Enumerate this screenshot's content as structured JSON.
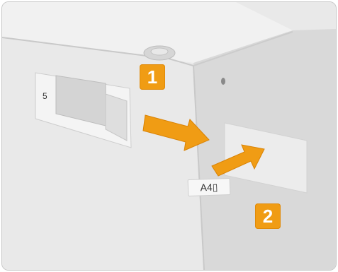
{
  "callouts": {
    "step1": "1",
    "step2": "2"
  },
  "labels": {
    "slot_number": "5",
    "paper_size": "A4▯"
  },
  "colors": {
    "accent": "#f09c14",
    "panel": "#e9e9e9",
    "shadow_side": "#d7d7d7"
  },
  "icons": {
    "arrow1": "right-arrow-icon",
    "arrow2": "up-right-arrow-icon"
  }
}
